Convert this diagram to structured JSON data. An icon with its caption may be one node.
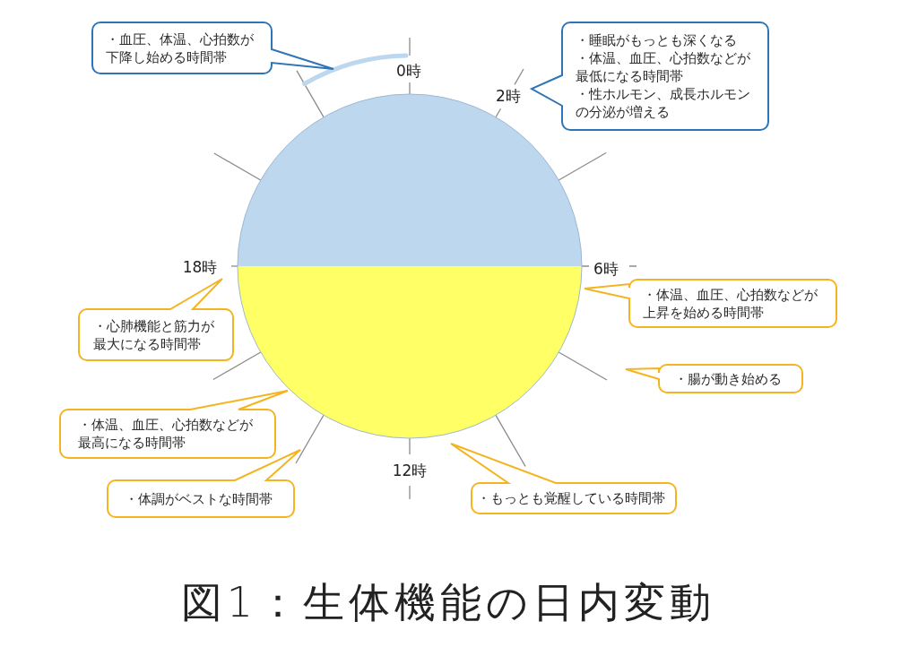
{
  "diagram": {
    "caption": "図1：生体機能の日内変動",
    "nodes": [
      {
        "text": [
          "・血圧、体温、心拍数が下降し始める時間帯"
        ]
      },
      {
        "text": [
          "・睡眠がもっとも深くなる",
          "・体温、血圧、心拍数などが最低になる時間帯",
          "・性ホルモン、成長ホルモンの分泌が増える"
        ]
      },
      {
        "text": [
          "・体温、血圧、心拍数などが上昇を始める時間帯"
        ]
      },
      {
        "text": [
          "・心肺機能と筋力が最大になる時間帯"
        ]
      },
      {
        "text": [
          "・腸が動き始める"
        ]
      },
      {
        "text": [
          "・体温、血圧、心拍数などが最高になる時間帯"
        ]
      },
      {
        "text": [
          "・もっとも覚醒している時間帯"
        ]
      },
      {
        "text": [
          "・体調がベストな時間帯"
        ]
      }
    ],
    "labels": [
      "0時",
      "2時",
      "18時",
      "6時",
      "12時"
    ]
  }
}
